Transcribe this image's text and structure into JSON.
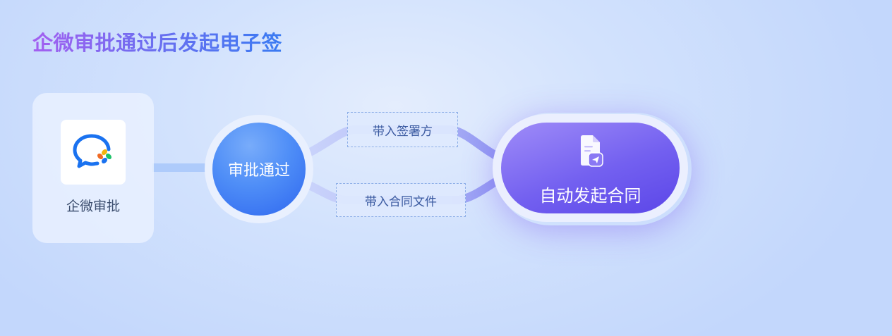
{
  "title": "企微审批通过后发起电子签",
  "source": {
    "label": "企微审批",
    "icon": "wecom-icon"
  },
  "approval": {
    "label": "审批通过"
  },
  "tags": {
    "signer": "带入签署方",
    "files": "带入合同文件"
  },
  "action": {
    "label": "自动发起合同",
    "icon": "document-send-icon"
  },
  "colors": {
    "title_gradient": [
      "#a45ff0",
      "#3a7bf2"
    ],
    "approval_circle": "#4f8ef7",
    "action_pill": "#7360f0",
    "connector": "#9aa2f5"
  }
}
